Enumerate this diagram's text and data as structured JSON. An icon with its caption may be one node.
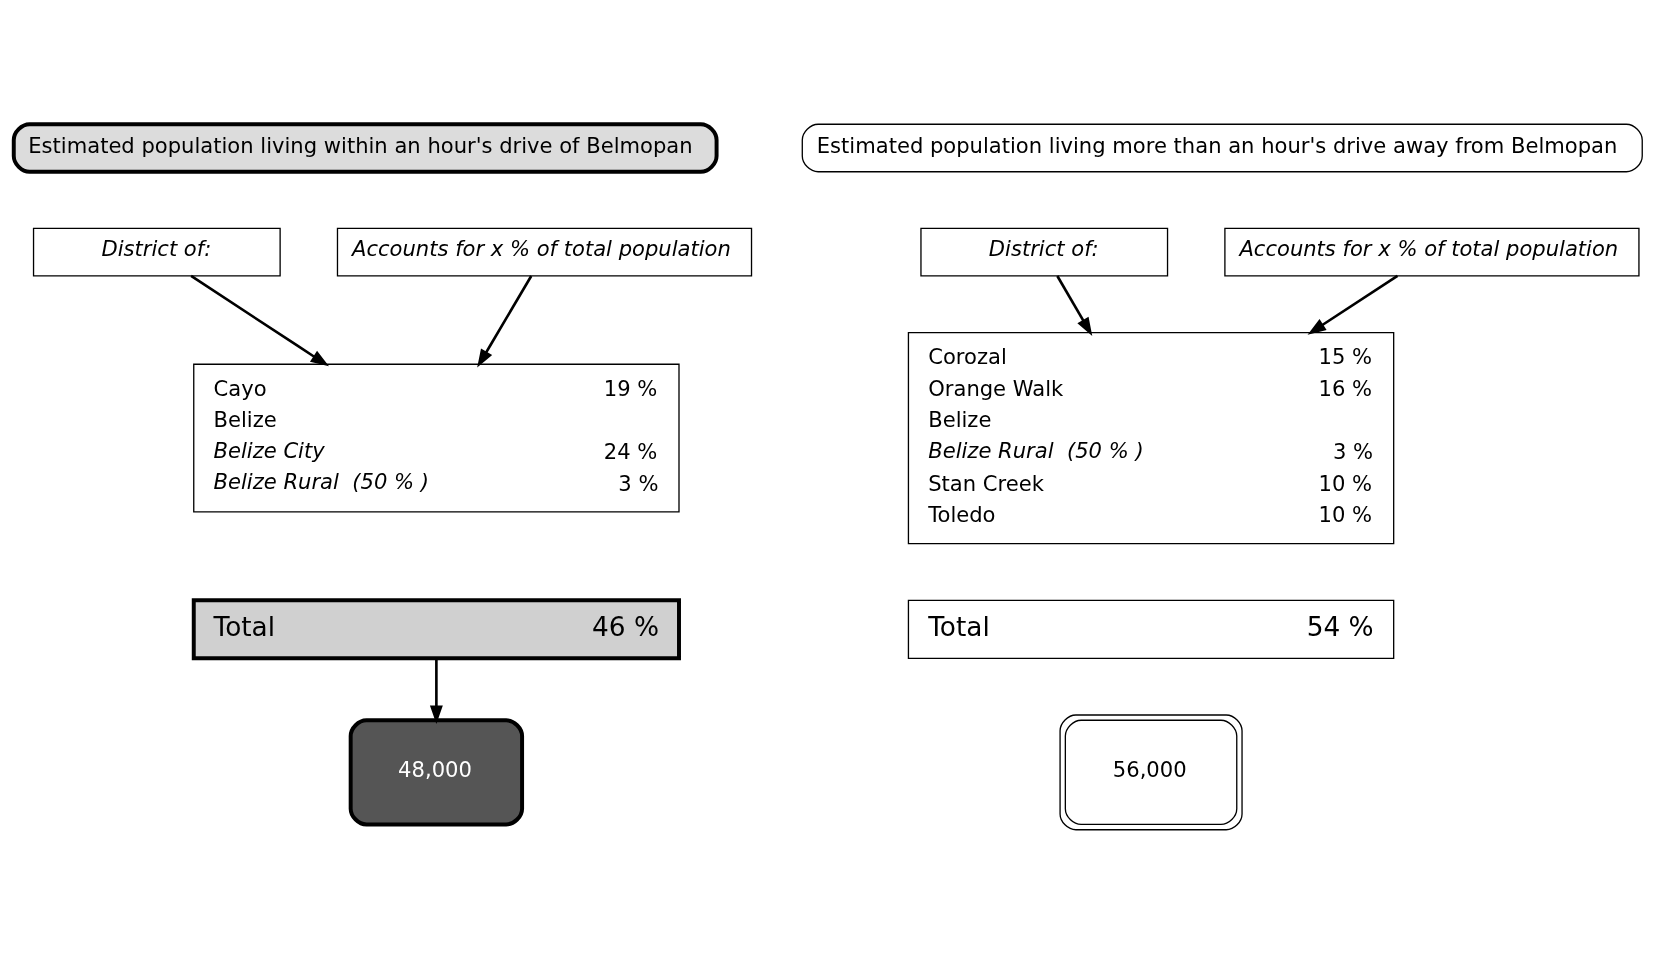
{
  "diagram": {
    "nodes": [
      {
        "text": [
          "Estimated population living within an hour's drive of Belmopan"
        ]
      },
      {
        "text": [
          "District of:"
        ]
      },
      {
        "text": [
          "Accounts for x % of total population"
        ]
      },
      {
        "text": [
          "Cayo",
          "19 %",
          "Belize",
          "Belize City",
          "24 %",
          "Belize Rural  (50 % )",
          "3 %"
        ]
      },
      {
        "text": [
          "Total",
          "46 %"
        ]
      },
      {
        "text": [
          "48,000"
        ]
      },
      {
        "text": [
          "Estimated population living more than an hour's drive away from Belmopan"
        ]
      },
      {
        "text": [
          "District of:"
        ]
      },
      {
        "text": [
          "Accounts for x % of total population"
        ]
      },
      {
        "text": [
          "Corozal",
          "15 %",
          "Orange Walk",
          "16 %",
          "Belize",
          "Belize Rural  (50 % )",
          "3 %",
          "Stan Creek",
          "10 %",
          "Toledo",
          "10 %"
        ]
      },
      {
        "text": [
          "Total",
          "54 %"
        ]
      },
      {
        "text": [
          "56,000"
        ]
      }
    ],
    "edges": [
      {
        "from": 1,
        "to": 3,
        "arrow": "to"
      },
      {
        "from": 2,
        "to": 3,
        "arrow": "to"
      },
      {
        "from": 4,
        "to": 5,
        "arrow": "to"
      },
      {
        "from": 7,
        "to": 9,
        "arrow": "to"
      },
      {
        "from": 8,
        "to": 9,
        "arrow": "to"
      }
    ]
  }
}
